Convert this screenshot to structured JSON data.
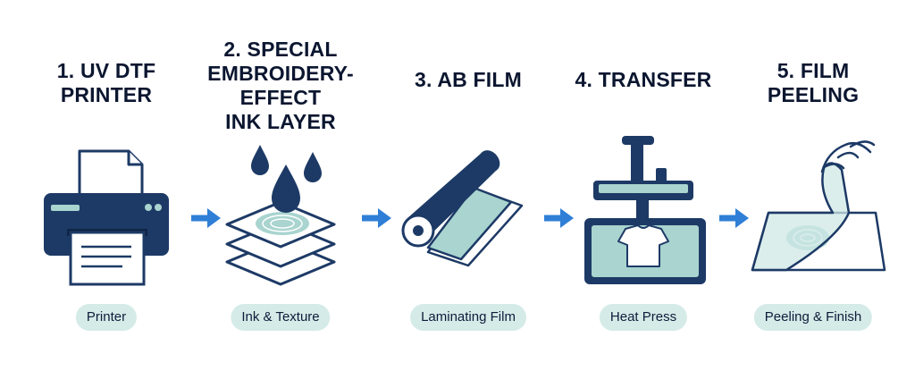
{
  "steps": [
    {
      "title": "1. UV DTF\nPRINTER",
      "label": "Printer",
      "icon": "printer-icon"
    },
    {
      "title": "2. SPECIAL\nEMBROIDERY-\nEFFECT\nINK LAYER",
      "label": "Ink & Texture",
      "icon": "ink-layers-icon"
    },
    {
      "title": "3. AB FILM",
      "label": "Laminating Film",
      "icon": "film-roll-icon"
    },
    {
      "title": "4. TRANSFER",
      "label": "Heat Press",
      "icon": "heat-press-icon"
    },
    {
      "title": "5. FILM\nPEELING",
      "label": "Peeling & Finish",
      "icon": "film-peeling-icon"
    }
  ],
  "colors": {
    "navy": "#1d3a66",
    "teal": "#a9d4cf",
    "pill": "#d5ebe8",
    "arrow": "#2f7fd6",
    "text": "#0b1630"
  }
}
